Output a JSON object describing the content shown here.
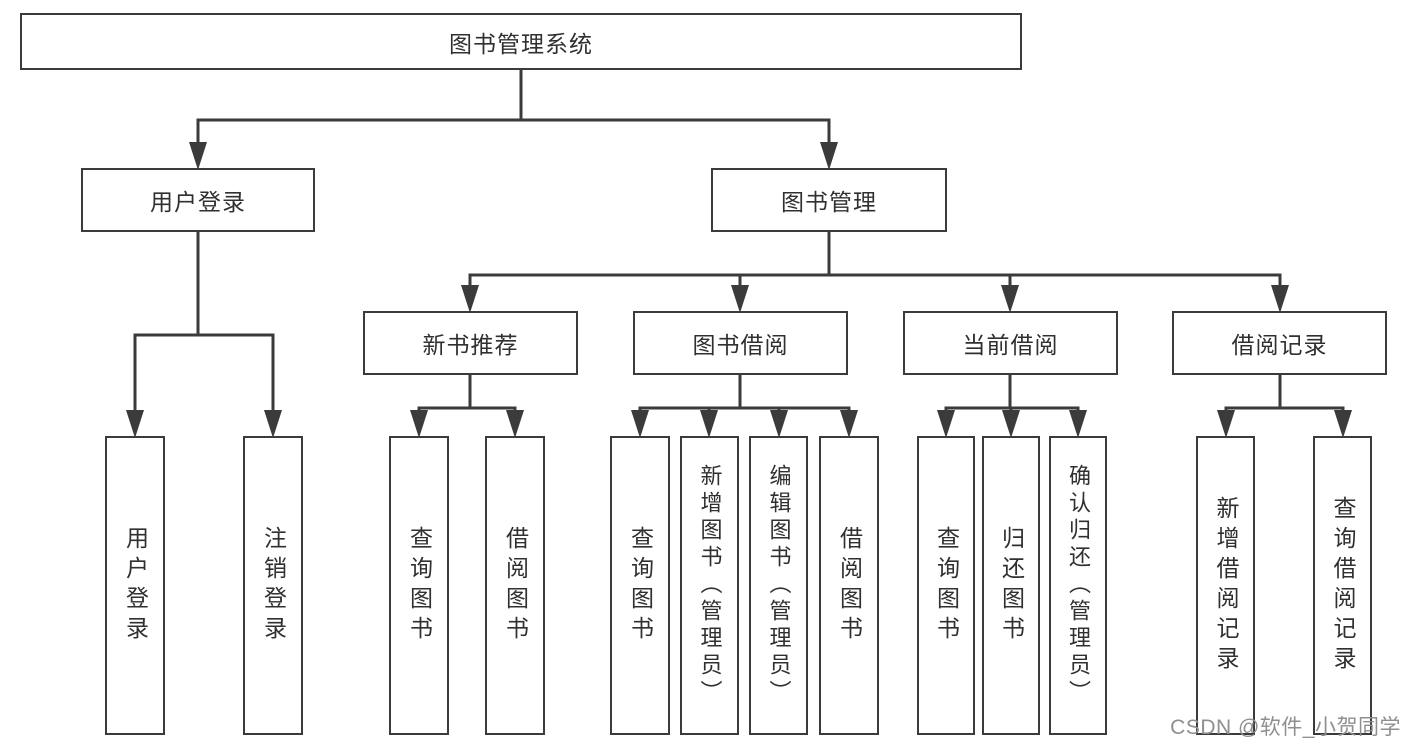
{
  "diagram": {
    "title": "图书管理系统",
    "root": "图书管理系统",
    "branches": [
      {
        "label": "用户登录",
        "leaves": [
          "用户登录",
          "注销登录"
        ]
      },
      {
        "label": "图书管理",
        "groups": [
          {
            "label": "新书推荐",
            "leaves": [
              "查询图书",
              "借阅图书"
            ]
          },
          {
            "label": "图书借阅",
            "leaves": [
              "查询图书",
              "新增图书（管理员）",
              "编辑图书（管理员）",
              "借阅图书"
            ]
          },
          {
            "label": "当前借阅",
            "leaves": [
              "查询图书",
              "归还图书",
              "确认归还（管理员）"
            ]
          },
          {
            "label": "借阅记录",
            "leaves": [
              "新增借阅记录",
              "查询借阅记录"
            ]
          }
        ]
      }
    ]
  },
  "watermark": "CSDN @软件_小贺同学",
  "colors": {
    "line": "#3b3b3b",
    "box_border": "#3b3b3b",
    "text": "#303030",
    "watermark": "#8f8f8f",
    "background": "#ffffff"
  }
}
